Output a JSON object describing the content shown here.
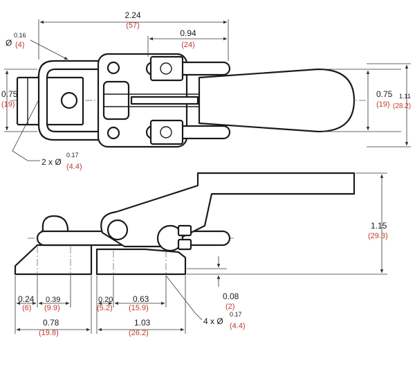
{
  "palette": {
    "ink": "#1a1a1a",
    "metric": "#c0392b",
    "background": "#ffffff"
  },
  "top_view": {
    "dims": {
      "overall_length": {
        "in": "2.24",
        "mm": "(57)"
      },
      "handle_offset": {
        "in": "0.94",
        "mm": "(24)"
      },
      "hook_width": {
        "in": "0.75",
        "mm": "(19)"
      },
      "handle_width": {
        "in": "0.75",
        "mm": "(19)"
      },
      "overall_width": {
        "in": "1.11",
        "mm": "(28.2)"
      }
    },
    "callouts": {
      "hook_wire_dia": {
        "prefix": "Ø",
        "in": "0.16",
        "mm": "(4)"
      },
      "mount_holes": {
        "prefix": "2 x Ø",
        "in": "0.17",
        "mm": "(4.4)"
      }
    }
  },
  "side_view": {
    "dims": {
      "height": {
        "in": "1.15",
        "mm": "(29.3)"
      },
      "base_thickness": {
        "in": "0.08",
        "mm": "(2)"
      },
      "keeper_hole_offset": {
        "in": "0.24",
        "mm": "(6)"
      },
      "keeper_hole_spacing": {
        "in": "0.39",
        "mm": "(9.9)"
      },
      "keeper_length": {
        "in": "0.78",
        "mm": "(19.8)"
      },
      "base_hole_offset": {
        "in": "0.20",
        "mm": "(5.2)"
      },
      "base_hole_spacing": {
        "in": "0.63",
        "mm": "(15.9)"
      },
      "base_length": {
        "in": "1.03",
        "mm": "(26.2)"
      }
    },
    "callouts": {
      "base_holes": {
        "prefix": "4 x Ø",
        "in": "0.17",
        "mm": "(4.4)"
      }
    }
  }
}
